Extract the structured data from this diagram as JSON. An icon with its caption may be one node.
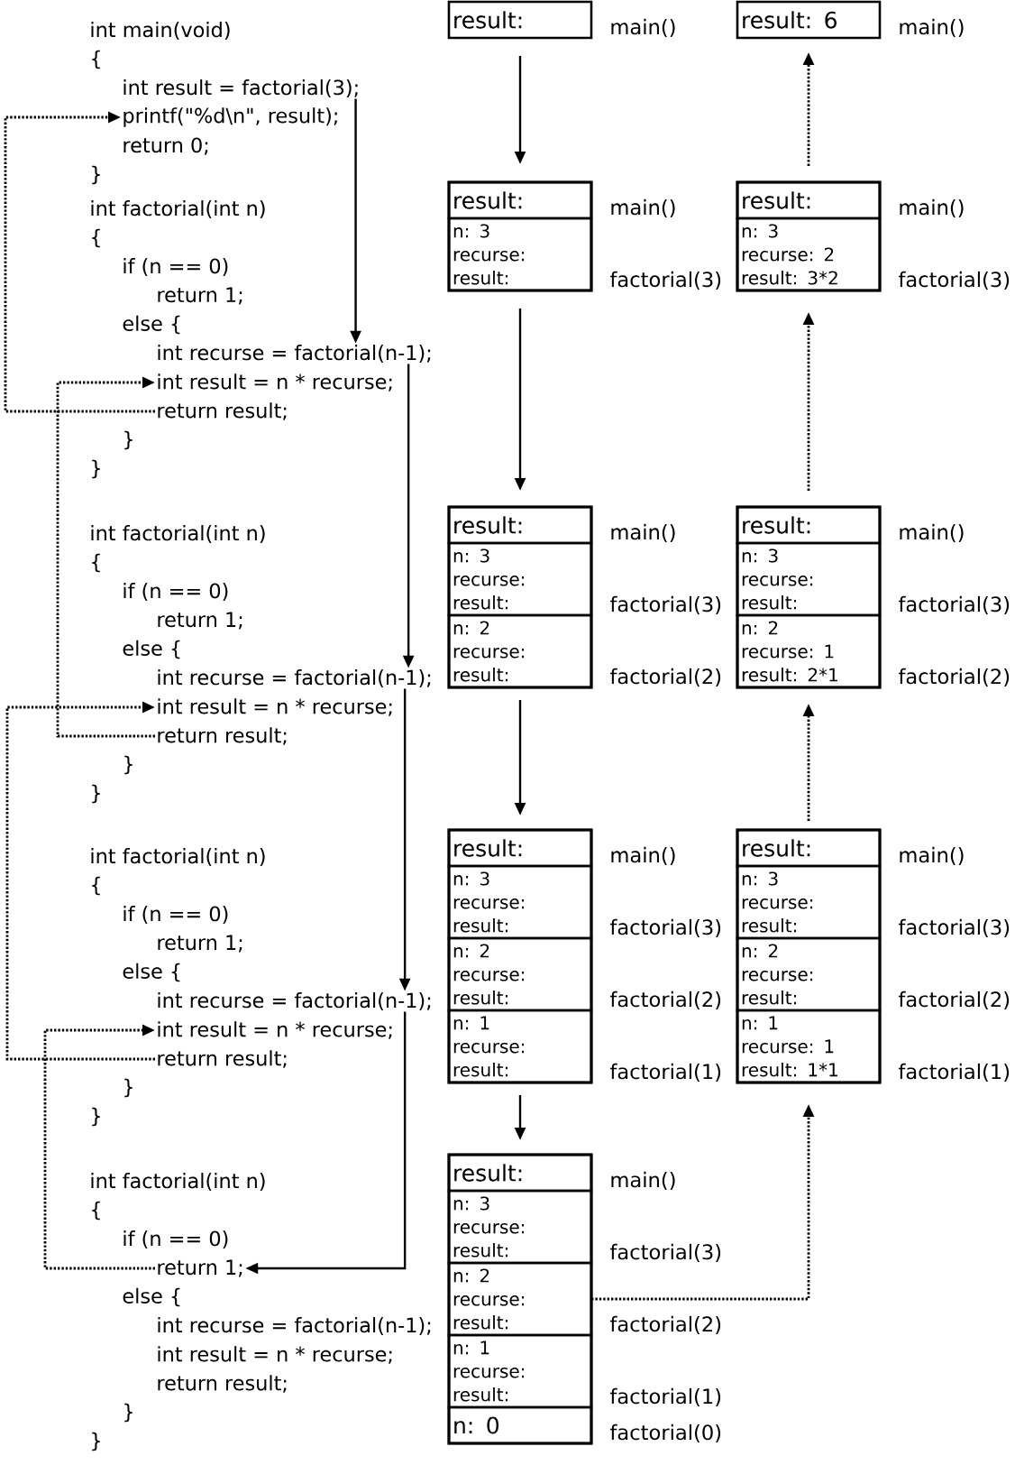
{
  "diagram": {
    "nodes": [
      {
        "text": [
          "int result = factorial(3);"
        ]
      },
      {
        "text": [
          "printf(\"%d\\n\", result);"
        ]
      },
      {
        "text": [
          "int recurse = factorial(n-1);"
        ]
      },
      {
        "text": [
          "int result = n * recurse;"
        ]
      },
      {
        "text": [
          "return result;"
        ]
      },
      {
        "text": [
          "int recurse = factorial(n-1);"
        ]
      },
      {
        "text": [
          "int result = n * recurse;"
        ]
      },
      {
        "text": [
          "return result;"
        ]
      },
      {
        "text": [
          "int recurse = factorial(n-1);"
        ]
      },
      {
        "text": [
          "int result = n * recurse;"
        ]
      },
      {
        "text": [
          "return result;"
        ]
      },
      {
        "text": [
          "return 1;"
        ]
      },
      {
        "text": [
          "result:"
        ],
        "beside": [
          "main()"
        ]
      },
      {
        "text": [],
        "shape": "box"
      },
      {
        "text": [
          "result:"
        ],
        "in": 13,
        "beside": [
          "main()"
        ]
      },
      {
        "text": [
          "n: 3",
          "recurse:",
          "result:"
        ],
        "in": 13,
        "beside": [
          "factorial(3)"
        ]
      },
      {
        "text": [],
        "shape": "box"
      },
      {
        "text": [
          "result:"
        ],
        "in": 16,
        "beside": [
          "main()"
        ]
      },
      {
        "text": [
          "n: 3",
          "recurse:",
          "result:"
        ],
        "in": 16,
        "beside": [
          "factorial(3)"
        ]
      },
      {
        "text": [
          "n: 2",
          "recurse:",
          "result:"
        ],
        "in": 16,
        "beside": [
          "factorial(2)"
        ]
      },
      {
        "text": [],
        "shape": "box"
      },
      {
        "text": [
          "result:"
        ],
        "in": 20,
        "beside": [
          "main()"
        ]
      },
      {
        "text": [
          "n: 3",
          "recurse:",
          "result:"
        ],
        "in": 20,
        "beside": [
          "factorial(3)"
        ]
      },
      {
        "text": [
          "n: 2",
          "recurse:",
          "result:"
        ],
        "in": 20,
        "beside": [
          "factorial(2)"
        ]
      },
      {
        "text": [
          "n: 1",
          "recurse:",
          "result:"
        ],
        "in": 20,
        "beside": [
          "factorial(1)"
        ]
      },
      {
        "text": [],
        "shape": "box"
      },
      {
        "text": [
          "result:"
        ],
        "in": 25,
        "beside": [
          "main()"
        ]
      },
      {
        "text": [
          "n: 3",
          "recurse:",
          "result:"
        ],
        "in": 25,
        "beside": [
          "factorial(3)"
        ]
      },
      {
        "text": [
          "n: 2",
          "recurse:",
          "result:"
        ],
        "in": 25,
        "beside": [
          "factorial(2)"
        ]
      },
      {
        "text": [
          "n: 1",
          "recurse:",
          "result:"
        ],
        "in": 25,
        "beside": [
          "factorial(1)"
        ]
      },
      {
        "text": [
          "n: 0"
        ],
        "in": 25,
        "beside": [
          "factorial(0)"
        ]
      },
      {
        "text": [
          "result: 6"
        ],
        "beside": [
          "main()"
        ]
      },
      {
        "text": [],
        "shape": "box"
      },
      {
        "text": [
          "result:"
        ],
        "in": 32,
        "beside": [
          "main()"
        ]
      },
      {
        "text": [
          "n: 3",
          "recurse: 2",
          "result: 3*2"
        ],
        "in": 32,
        "beside": [
          "factorial(3)"
        ]
      },
      {
        "text": [],
        "shape": "box"
      },
      {
        "text": [
          "result:"
        ],
        "in": 35,
        "beside": [
          "main()"
        ]
      },
      {
        "text": [
          "n: 3",
          "recurse:",
          "result:"
        ],
        "in": 35,
        "beside": [
          "factorial(3)"
        ]
      },
      {
        "text": [
          "n: 2",
          "recurse: 1",
          "result: 2*1"
        ],
        "in": 35,
        "beside": [
          "factorial(2)"
        ]
      },
      {
        "text": [],
        "shape": "box"
      },
      {
        "text": [
          "result:"
        ],
        "in": 39,
        "beside": [
          "main()"
        ]
      },
      {
        "text": [
          "n: 3",
          "recurse:",
          "result:"
        ],
        "in": 39,
        "beside": [
          "factorial(3)"
        ]
      },
      {
        "text": [
          "n: 2",
          "recurse:",
          "result:"
        ],
        "in": 39,
        "beside": [
          "factorial(2)"
        ]
      },
      {
        "text": [
          "n: 1",
          "recurse: 1",
          "result: 1*1"
        ],
        "in": 39,
        "beside": [
          "factorial(1)"
        ]
      }
    ],
    "edges": [
      {
        "from": 0,
        "to": 2,
        "arrow": "to"
      },
      {
        "from": 2,
        "to": 5,
        "arrow": "to"
      },
      {
        "from": 5,
        "to": 8,
        "arrow": "to"
      },
      {
        "from": 8,
        "to": 11,
        "arrow": "to"
      },
      {
        "from": 4,
        "to": 1,
        "arrow": "to",
        "style": "dashed"
      },
      {
        "from": 7,
        "to": 3,
        "arrow": "to",
        "style": "dashed"
      },
      {
        "from": 10,
        "to": 6,
        "arrow": "to",
        "style": "dashed"
      },
      {
        "from": 11,
        "to": 9,
        "arrow": "to",
        "style": "dashed"
      },
      {
        "from": 12,
        "to": 13,
        "arrow": "to"
      },
      {
        "from": 13,
        "to": 16,
        "arrow": "to"
      },
      {
        "from": 16,
        "to": 20,
        "arrow": "to"
      },
      {
        "from": 20,
        "to": 25,
        "arrow": "to"
      },
      {
        "from": 28,
        "to": 39,
        "arrow": "to",
        "style": "dashed"
      },
      {
        "from": 39,
        "to": 35,
        "arrow": "to",
        "style": "dashed"
      },
      {
        "from": 35,
        "to": 32,
        "arrow": "to",
        "style": "dashed"
      },
      {
        "from": 32,
        "to": 31,
        "arrow": "to",
        "style": "dashed"
      }
    ],
    "labels": [
      "int main(void)",
      "{",
      "return 0;",
      "}",
      "int factorial(int n)",
      "{",
      "if (n == 0)",
      "return 1;",
      "else {",
      "}",
      "}",
      "int factorial(int n)",
      "{",
      "if (n == 0)",
      "return 1;",
      "else {",
      "}",
      "}",
      "int factorial(int n)",
      "{",
      "if (n == 0)",
      "return 1;",
      "else {",
      "}",
      "}",
      "int factorial(int n)",
      "{",
      "if (n == 0)",
      "else {",
      "int recurse = factorial(n-1);",
      "int result = n * recurse;",
      "return result;",
      "}",
      "}"
    ]
  }
}
